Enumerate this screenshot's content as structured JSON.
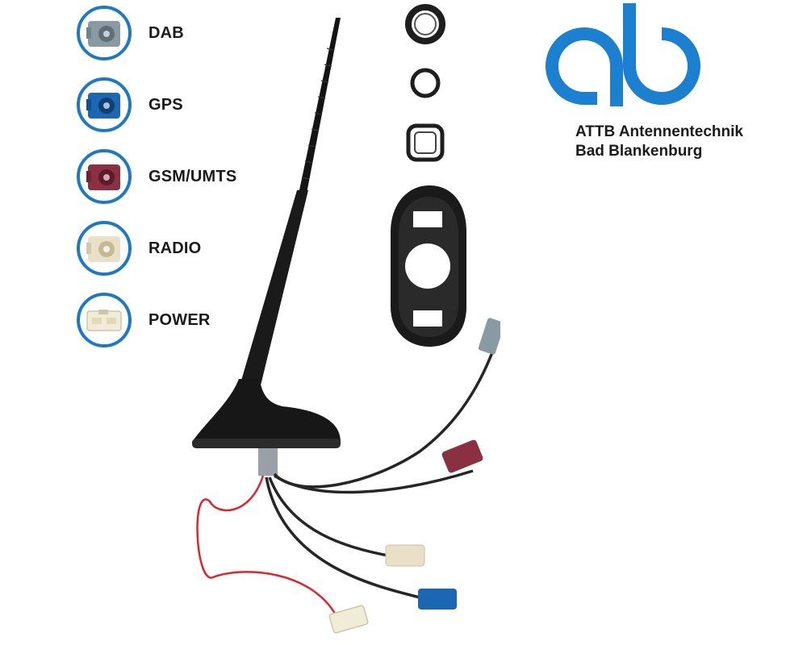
{
  "legend": {
    "items": [
      {
        "label": "DAB",
        "connector_color": "#8a9aa2"
      },
      {
        "label": "GPS",
        "connector_color": "#1b67b3"
      },
      {
        "label": "GSM/UMTS",
        "connector_color": "#8b3043"
      },
      {
        "label": "RADIO",
        "connector_color": "#e9e0c8"
      },
      {
        "label": "POWER",
        "connector_color": "#f1ecd8"
      }
    ],
    "ring_color": "#1d79c8"
  },
  "brand": {
    "logo_color": "#1c80d0",
    "name_line1": "ATTB Antennentechnik",
    "name_line2": "Bad Blankenburg"
  },
  "colors": {
    "antenna": "#161616",
    "cable": "#262626",
    "power_wire": "#e2232c"
  }
}
